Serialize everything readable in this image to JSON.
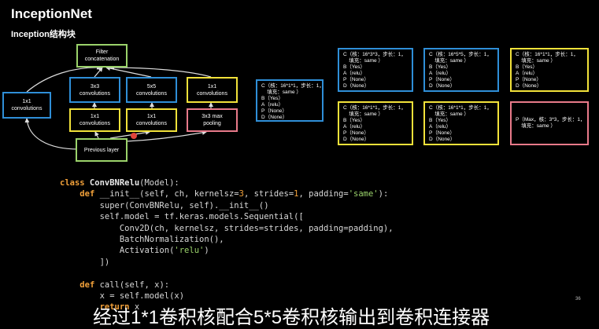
{
  "title": "InceptionNet",
  "subtitle": "Inception结构块",
  "diagram": {
    "filter_concat": "Filter\nconcatenation",
    "conv1x1_left": "1x1\nconvolutions",
    "conv3x3": "3x3\nconvolutions",
    "conv5x5": "5x5\nconvolutions",
    "conv1x1_top_right": "1x1\nconvolutions",
    "conv1x1_under_3x3": "1x1\nconvolutions",
    "conv1x1_under_5x5": "1x1\nconvolutions",
    "maxpool": "3x3 max\npooling",
    "previous_layer": "Previous layer"
  },
  "params": {
    "center_box": [
      "C（核：16*1*1，步长：1，",
      "    填充：same ）",
      "B（Yes）",
      "A（relu）",
      "P（None）",
      "D（None）"
    ],
    "top_1": [
      "C（核：16*3*3，步长：1，",
      "    填充：same ）",
      "B（Yes）",
      "A（relu）",
      "P（None）",
      "D（None）"
    ],
    "top_2": [
      "C（核：16*5*5，步长：1，",
      "    填充：same ）",
      "B（Yes）",
      "A（relu）",
      "P（None）",
      "D（None）"
    ],
    "top_3": [
      "C（核：16*1*1，步长：1，",
      "    填充：same ）",
      "B（Yes）",
      "A（relu）",
      "P（None）",
      "D（None）"
    ],
    "bottom_1": [
      "C（核：16*1*1，步长：1，",
      "    填充：same ）",
      "B（Yes）",
      "A（relu）",
      "P（None）",
      "D（None）"
    ],
    "bottom_2": [
      "C（核：16*1*1，步长：1，",
      "    填充：same ）",
      "B（Yes）",
      "A（relu）",
      "P（None）",
      "D（None）"
    ],
    "bottom_3": [
      "P（Max，核：3*3，步长：1，",
      "    填充：same ）"
    ]
  },
  "code": {
    "l1": [
      "class",
      " ConvBNRelu",
      "(Model):"
    ],
    "l2": [
      "def",
      " __init__",
      "(self, ch, kernelsz=",
      "3",
      ", strides=",
      "1",
      ", padding=",
      "'same'",
      "):"
    ],
    "l3": "super(ConvBNRelu, self).__init__()",
    "l4": "self.model = tf.keras.models.Sequential([",
    "l5": "Conv2D(ch, kernelsz, strides=strides, padding=padding),",
    "l6": "BatchNormalization(),",
    "l7": [
      "Activation(",
      "'relu'",
      ")"
    ],
    "l8": "])",
    "l9": [
      "def",
      " call",
      "(self, x):"
    ],
    "l10": "x = self.model(x)",
    "l11": [
      "return",
      " x"
    ]
  },
  "caption": "经过1*1卷积核配合5*5卷积核输出到卷积连接器",
  "page_number": "36",
  "colors": {
    "green": "#9bd36b",
    "blue": "#2f8fd8",
    "yellow": "#f2e23a",
    "pink": "#e87a8a",
    "keyword": "#f2a13a"
  }
}
